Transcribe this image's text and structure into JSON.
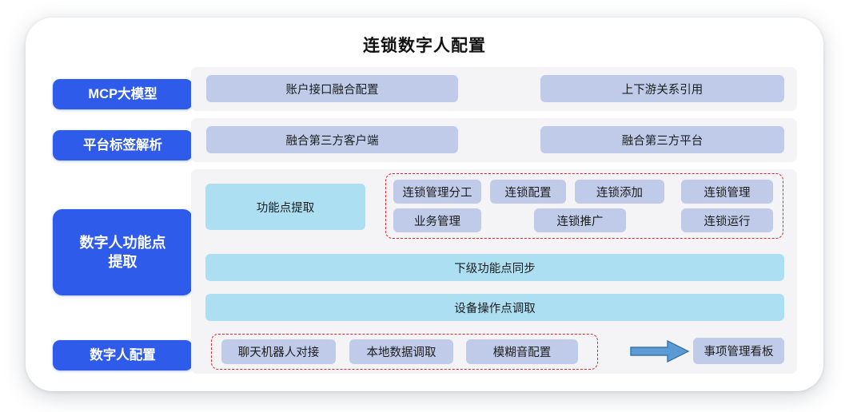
{
  "page": {
    "title": "连锁数字人配置",
    "bg_color": "#ffffff",
    "card_color": "#ffffff",
    "panel_color": "#f4f4f6",
    "accent_blue": "#2f5bea",
    "chip_color": "#bfcbe8",
    "chip_cyan_color": "#addff2",
    "dashed_color": "#e8202a",
    "arrow_color": "#5b9bd5"
  },
  "rail": {
    "items": [
      {
        "label": "MCP大模型"
      },
      {
        "label": "平台标签解析"
      },
      {
        "label": "数字人功能点\n提取"
      },
      {
        "label": "数字人配置"
      }
    ],
    "item3_line1": "数字人功能点",
    "item3_line2": "提取"
  },
  "sections": {
    "mcp": {
      "chips": [
        {
          "label": "账户接口融合配置"
        },
        {
          "label": "上下游关系引用"
        }
      ]
    },
    "platform": {
      "chips": [
        {
          "label": "融合第三方客户端"
        },
        {
          "label": "融合第三方平台"
        }
      ]
    },
    "feature_extract": {
      "extract_label": "功能点提取",
      "grouped": {
        "row1": [
          {
            "label": "连锁管理分工"
          },
          {
            "label": "连锁配置"
          },
          {
            "label": "连锁添加"
          },
          {
            "label": "连锁管理"
          }
        ],
        "row2": [
          {
            "label": "业务管理"
          },
          {
            "label": "连锁推广"
          },
          {
            "label": "连锁运行"
          }
        ]
      },
      "wide": [
        {
          "label": "下级功能点同步"
        },
        {
          "label": "设备操作点调取"
        }
      ]
    },
    "digital_human_config": {
      "grouped": [
        {
          "label": "聊天机器人对接"
        },
        {
          "label": "本地数据调取"
        },
        {
          "label": "模糊音配置"
        }
      ],
      "arrow_icon": "arrow-right-icon",
      "result": {
        "label": "事项管理看板"
      }
    }
  }
}
